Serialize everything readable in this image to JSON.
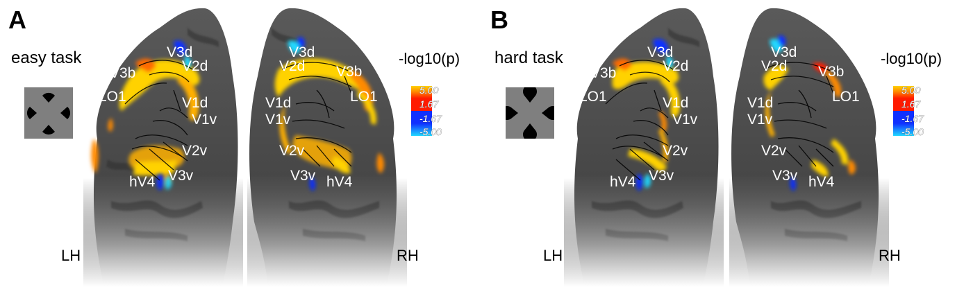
{
  "colors": {
    "cortex": "#4a4a4a",
    "cortex_dark": "#3a3a3a",
    "activation_yellow": "#ffd200",
    "activation_orange": "#ff8a00",
    "activation_red": "#ff1a00",
    "deactivation_blue": "#1030ff",
    "deactivation_cyan": "#20d8ff",
    "stimulus_bg": "#7f7f7f"
  },
  "panels": [
    {
      "letter": "A",
      "task": "easy task",
      "legend_title": "-log10(p)",
      "scale": [
        "5.00",
        "1.67",
        "-1.67",
        "-5.00"
      ],
      "hemispheres": [
        {
          "label": "LH",
          "rois": [
            "V3d",
            "V2d",
            "V3b",
            "LO1",
            "V1d",
            "V1v",
            "V2v",
            "V3v",
            "hV4"
          ]
        },
        {
          "label": "RH",
          "rois": [
            "V3d",
            "V2d",
            "V3b",
            "LO1",
            "V1d",
            "V1v",
            "V2v",
            "V3v",
            "hV4"
          ]
        }
      ]
    },
    {
      "letter": "B",
      "task": "hard task",
      "legend_title": "-log10(p)",
      "scale": [
        "5.00",
        "1.67",
        "-1.67",
        "-5.00"
      ],
      "hemispheres": [
        {
          "label": "LH",
          "rois": [
            "V3d",
            "V2d",
            "V3b",
            "LO1",
            "V1d",
            "V1v",
            "V2v",
            "V3v",
            "hV4"
          ]
        },
        {
          "label": "RH",
          "rois": [
            "V3d",
            "V2d",
            "V3b",
            "LO1",
            "V1d",
            "V1v",
            "V2v",
            "V3v",
            "hV4"
          ]
        }
      ]
    }
  ]
}
